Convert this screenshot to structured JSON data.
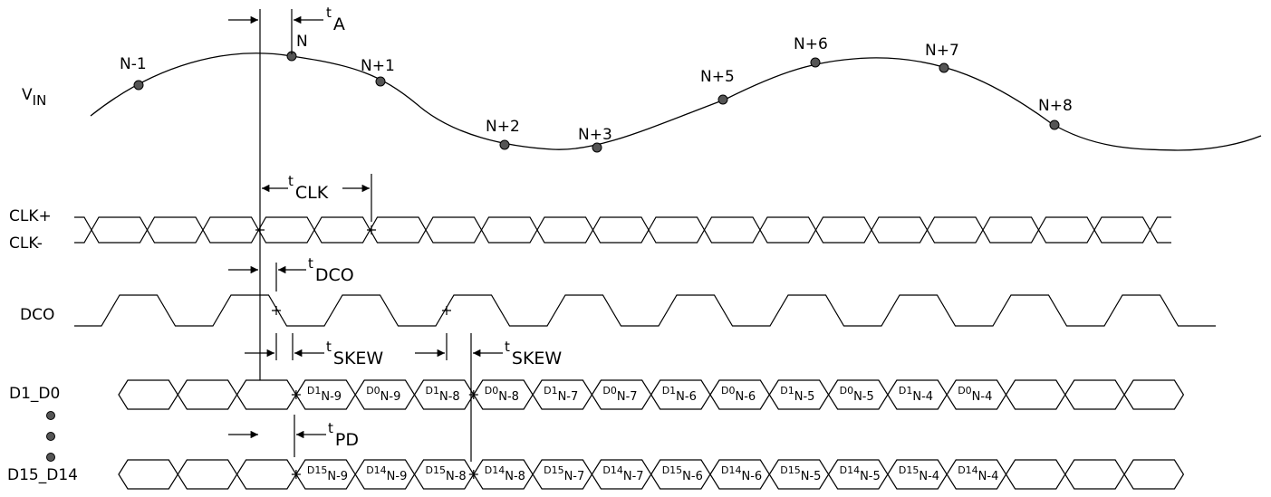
{
  "signals": {
    "vin": {
      "base": "V",
      "sub": "IN"
    },
    "clk_pos": "CLK+",
    "clk_neg": "CLK-",
    "dco": "DCO",
    "d1_d0": "D1_D0",
    "d15_d14": "D15_D14"
  },
  "sample_points": [
    "N-1",
    "N",
    "N+1",
    "N+2",
    "N+3",
    "N+5",
    "N+6",
    "N+7",
    "N+8"
  ],
  "timings": {
    "ta": {
      "t": "t",
      "sub": "A"
    },
    "tclk": {
      "t": "t",
      "sub": "CLK"
    },
    "tdco": {
      "t": "t",
      "sub": "DCO"
    },
    "tskew1": {
      "t": "t",
      "sub": "SKEW"
    },
    "tskew2": {
      "t": "t",
      "sub": "SKEW"
    },
    "tpd": {
      "t": "t",
      "sub": "PD"
    }
  },
  "d1_d0_cells": [
    {
      "main": "D1",
      "sub": "N-9"
    },
    {
      "main": "D0",
      "sub": "N-9"
    },
    {
      "main": "D1",
      "sub": "N-8"
    },
    {
      "main": "D0",
      "sub": "N-8"
    },
    {
      "main": "D1",
      "sub": "N-7"
    },
    {
      "main": "D0",
      "sub": "N-7"
    },
    {
      "main": "D1",
      "sub": "N-6"
    },
    {
      "main": "D0",
      "sub": "N-6"
    },
    {
      "main": "D1",
      "sub": "N-5"
    },
    {
      "main": "D0",
      "sub": "N-5"
    },
    {
      "main": "D1",
      "sub": "N-4"
    },
    {
      "main": "D0",
      "sub": "N-4"
    }
  ],
  "d15_d14_cells": [
    {
      "main": "D15",
      "sub": "N-9"
    },
    {
      "main": "D14",
      "sub": "N-9"
    },
    {
      "main": "D15",
      "sub": "N-8"
    },
    {
      "main": "D14",
      "sub": "N-8"
    },
    {
      "main": "D15",
      "sub": "N-7"
    },
    {
      "main": "D14",
      "sub": "N-7"
    },
    {
      "main": "D15",
      "sub": "N-6"
    },
    {
      "main": "D14",
      "sub": "N-6"
    },
    {
      "main": "D15",
      "sub": "N-5"
    },
    {
      "main": "D14",
      "sub": "N-5"
    },
    {
      "main": "D15",
      "sub": "N-4"
    },
    {
      "main": "D14",
      "sub": "N-4"
    }
  ]
}
